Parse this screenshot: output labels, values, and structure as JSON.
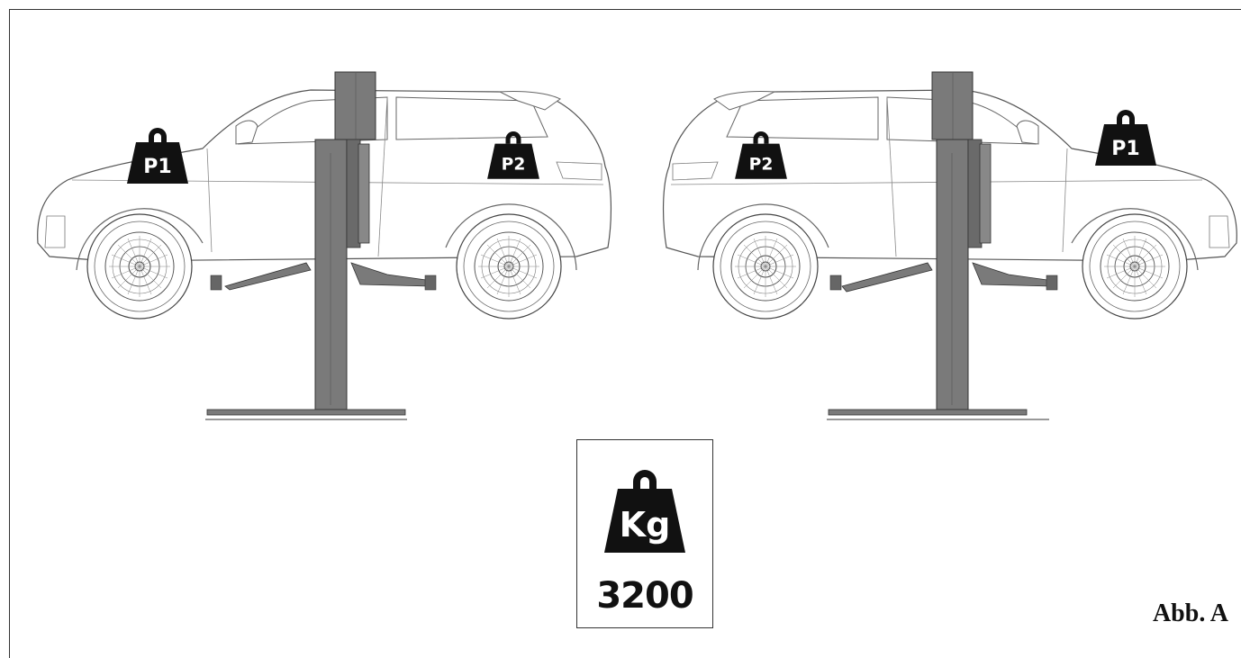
{
  "figure": {
    "label": "Abb. A"
  },
  "left_view": {
    "front_weight": "P1",
    "rear_weight": "P2"
  },
  "right_view": {
    "front_weight": "P1",
    "rear_weight": "P2"
  },
  "capacity": {
    "unit": "Kg",
    "value": "3200"
  },
  "colors": {
    "column": "#7a7a7a",
    "column_dark": "#4a4a4a",
    "weight_fill": "#111111",
    "line": "#333333"
  }
}
